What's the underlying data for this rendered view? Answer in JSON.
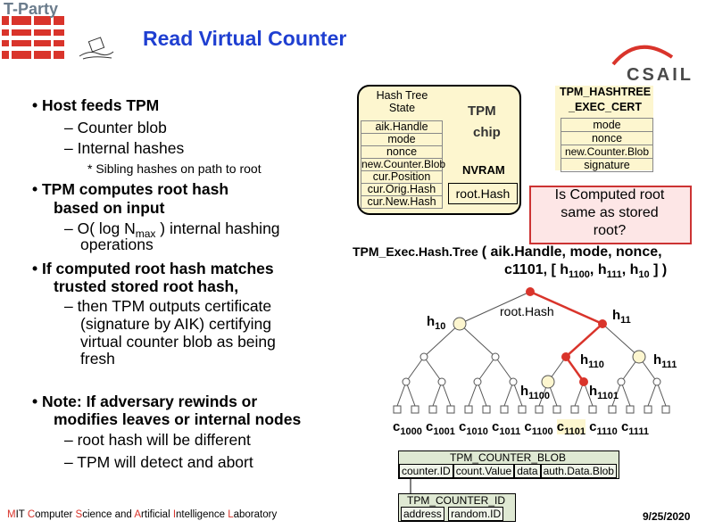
{
  "header": {
    "logo_text": "T-Party",
    "title": "Read Virtual Counter",
    "csail": "CSAIL"
  },
  "bullets": {
    "b1": "• Host feeds TPM",
    "b1_s1": "– Counter blob",
    "b1_s2": "– Internal hashes",
    "b1_note": "* Sibling hashes on path to root",
    "b2a": "• TPM computes root hash",
    "b2b": "based on input",
    "b2_s1a": "– O( log N",
    "b2_s1sub": "max",
    "b2_s1b": " ) internal hashing",
    "b2_s1c": "operations",
    "b3a": "• If computed root hash matches",
    "b3b": "trusted stored root hash,",
    "b3_s1a": "– then TPM outputs certificate",
    "b3_s1b": "(signature by AIK) certifying",
    "b3_s1c": "virtual counter blob as being",
    "b3_s1d": "fresh",
    "b4a": "• Note: If adversary rewinds or",
    "b4b": "modifies leaves or internal nodes",
    "b4_s1": "– root hash will be different",
    "b4_s2": "– TPM will detect and abort"
  },
  "tpm_chip": {
    "state_title": "Hash Tree",
    "state_sub": "State",
    "fields": [
      "aik.Handle",
      "mode",
      "nonce",
      "new.Counter.Blob",
      "cur.Position",
      "cur.Orig.Hash",
      "cur.New.Hash"
    ],
    "chip_label1": "TPM",
    "chip_label2": "chip",
    "nvram": "NVRAM",
    "root_hash": "root.Hash"
  },
  "cert": {
    "title1": "TPM_HASHTREE",
    "title2": "_EXEC_CERT",
    "fields": [
      "mode",
      "nonce",
      "new.Counter.Blob",
      "signature"
    ]
  },
  "computed": {
    "line1": "Is Computed root",
    "line2": "same as stored",
    "line3": "root?"
  },
  "exec_call": {
    "name": "TPM_Exec.Hash.Tree",
    "args1": "( aik.Handle, mode, nonce,",
    "args2a": "c1101, [ h",
    "sub1": "1100",
    "args2b": ", h",
    "sub2": "111",
    "args2c": ", h",
    "sub3": "10",
    "args2d": " ]  )"
  },
  "tree": {
    "root_label": "root.Hash",
    "h10": "h",
    "h10_sub": "10",
    "h11": "h",
    "h11_sub": "11",
    "h110": "h",
    "h110_sub": "110",
    "h111": "h",
    "h111_sub": "111",
    "h1100": "h",
    "h1100_sub": "1100",
    "h1101": "h",
    "h1101_sub": "1101",
    "leaves": [
      {
        "c": "c",
        "sub": "1000"
      },
      {
        "c": "c",
        "sub": "1001"
      },
      {
        "c": "c",
        "sub": "1010"
      },
      {
        "c": "c",
        "sub": "1011"
      },
      {
        "c": "c",
        "sub": "1100"
      },
      {
        "c": "c",
        "sub": "1101"
      },
      {
        "c": "c",
        "sub": "1110"
      },
      {
        "c": "c",
        "sub": "1111"
      }
    ]
  },
  "blob": {
    "title": "TPM_COUNTER_BLOB",
    "fields": [
      "counter.ID",
      "count.Value",
      "data",
      "auth.Data.Blob"
    ]
  },
  "counter_id": {
    "title": "TPM_COUNTER_ID",
    "fields": [
      "address",
      "random.ID"
    ]
  },
  "footer": {
    "lab_M": "M",
    "lab_IT": "IT ",
    "lab_C": "C",
    "lab_omputer": "omputer ",
    "lab_S": "S",
    "lab_cience": "cience and ",
    "lab_A": "A",
    "lab_rtificial": "rtificial ",
    "lab_I": "I",
    "lab_ntelligence": "ntelligence ",
    "lab_L": "L",
    "lab_aboratory": "aboratory",
    "date": "9/25/2020"
  }
}
